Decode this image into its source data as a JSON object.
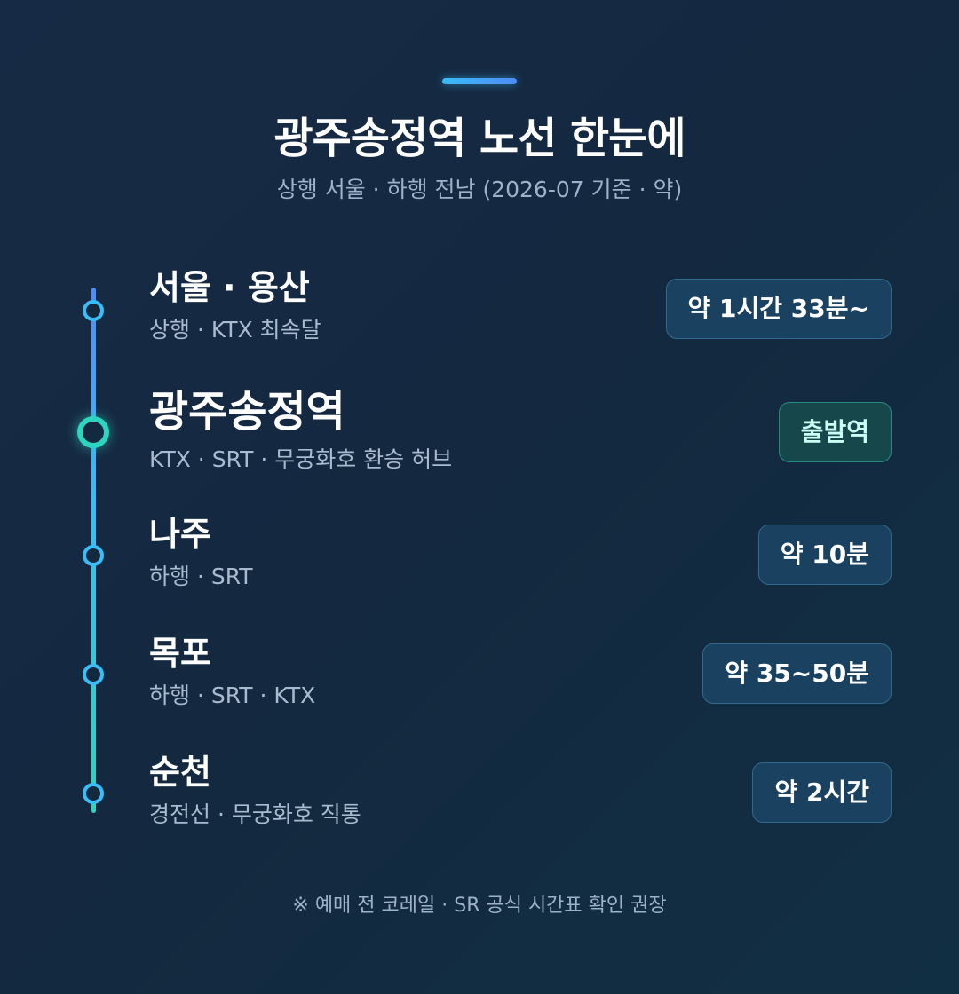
{
  "header": {
    "title": "광주송정역 노선 한눈에",
    "subtitle": "상행 서울 · 하행 전남 (2026-07 기준 · 약)"
  },
  "stops": [
    {
      "name": "서울 · 용산",
      "desc": "상행 · KTX 최속달",
      "badge": "약 1시간 33분~"
    },
    {
      "name": "광주송정역",
      "desc": "KTX · SRT · 무궁화호 환승 허브",
      "badge": "출발역"
    },
    {
      "name": "나주",
      "desc": "하행 · SRT",
      "badge": "약 10분"
    },
    {
      "name": "목포",
      "desc": "하행 · SRT · KTX",
      "badge": "약 35~50분"
    },
    {
      "name": "순천",
      "desc": "경전선 · 무궁화호 직통",
      "badge": "약 2시간"
    }
  ],
  "footnote": "※ 예매 전 코레일 · SR 공식 시간표 확인 권장",
  "colors": {
    "accent": "#38bdf8",
    "origin_accent": "#2dd4bf",
    "background": "#13293f"
  }
}
